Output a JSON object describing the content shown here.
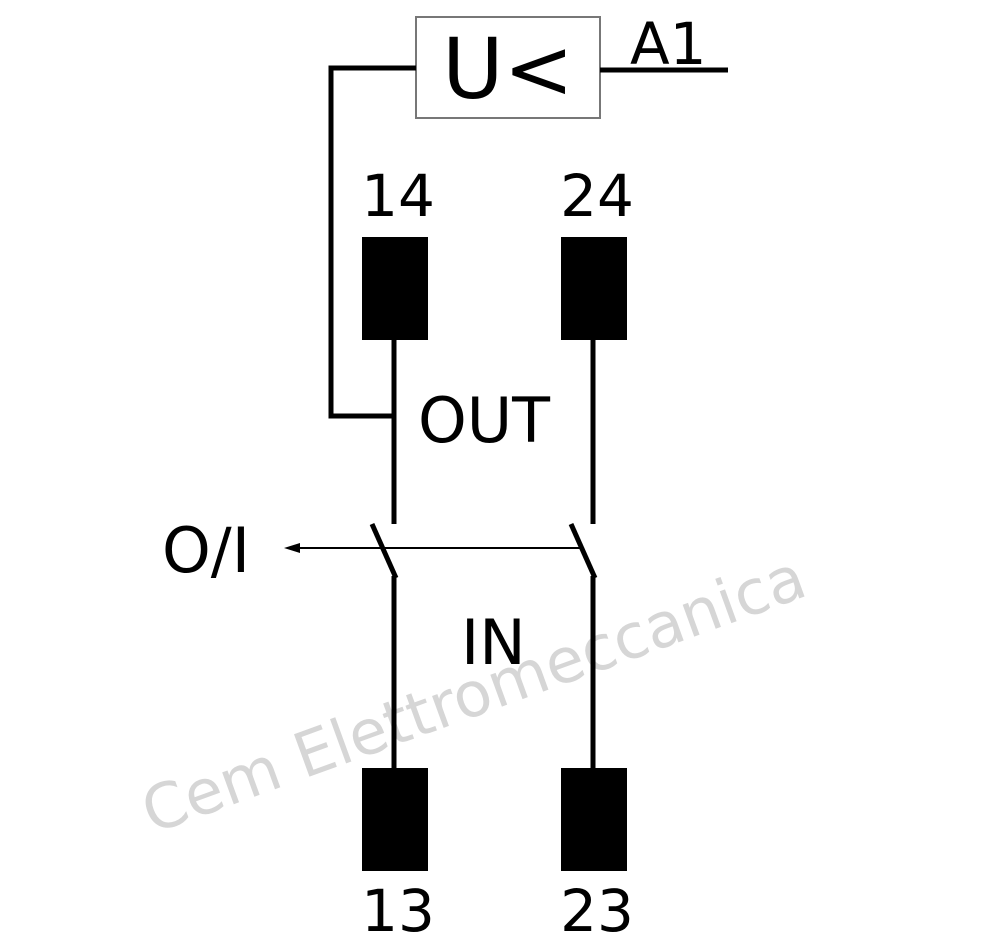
{
  "diagram": {
    "relay_symbol": "U<",
    "coil_terminal": "A1",
    "terminals": {
      "t14": "14",
      "t24": "24",
      "t13": "13",
      "t23": "23"
    },
    "label_out": "OUT",
    "label_in": "IN",
    "label_oi": "O/I",
    "watermark": "Cem Elettromeccanica"
  },
  "colors": {
    "line": "#000000",
    "relay_box_border": "#777777",
    "watermark": "#d6d6d6"
  }
}
